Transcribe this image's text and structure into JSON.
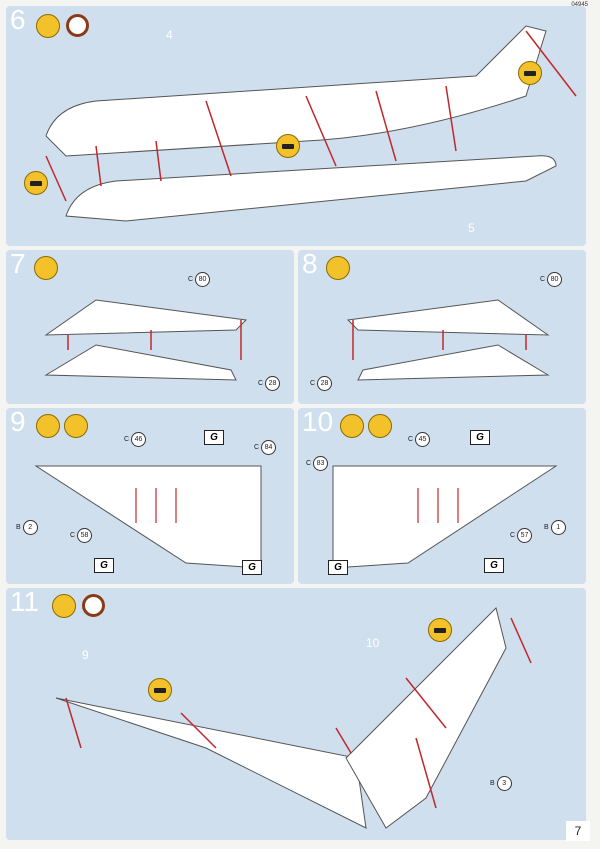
{
  "header": {
    "code": "04945"
  },
  "steps": {
    "s6": {
      "number": "6",
      "part_a": "4",
      "part_b": "5"
    },
    "s7": {
      "number": "7",
      "c_top": "C",
      "c_top_num": "80",
      "c_bot": "C",
      "c_bot_num": "28"
    },
    "s8": {
      "number": "8",
      "c_top": "C",
      "c_top_num": "80",
      "c_bot": "C",
      "c_bot_num": "28"
    },
    "s9": {
      "number": "9",
      "c1": "C",
      "c1_num": "46",
      "c2": "C",
      "c2_num": "84",
      "b": "B",
      "b_num": "2",
      "c3": "C",
      "c3_num": "58",
      "g": "G"
    },
    "s10": {
      "number": "10",
      "c1": "C",
      "c1_num": "45",
      "c2": "C",
      "c2_num": "83",
      "b": "B",
      "b_num": "1",
      "c3": "C",
      "c3_num": "57",
      "g": "G"
    },
    "s11": {
      "number": "11",
      "part_a": "9",
      "part_b": "10",
      "b": "B",
      "b_num": "3"
    }
  },
  "footer": {
    "page_number": "7"
  },
  "colors": {
    "panel": "#cfdfee",
    "arrow": "#c0282c",
    "glue": "#f3c12a"
  }
}
